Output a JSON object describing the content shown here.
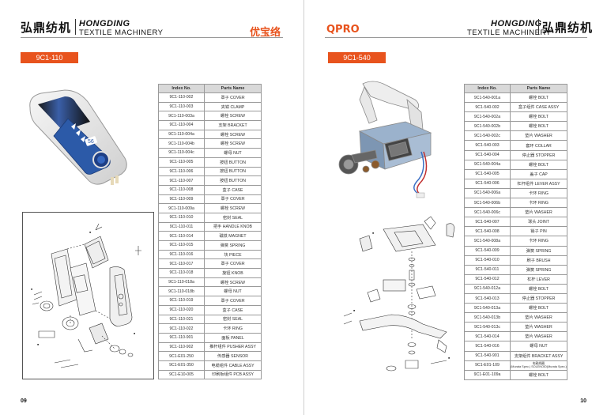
{
  "left_page": {
    "brand_cn": "弘鼎纺机",
    "brand_en_line1": "HONGDING",
    "brand_en_line2": "TEXTILE MACHINERY",
    "series_title": "优宝络",
    "model_tag": "9C1-110",
    "product_display": "56",
    "page_number": "09",
    "table": {
      "headers": [
        "Index No.",
        "Parts Name"
      ],
      "rows": [
        [
          "9C1-110-002",
          "罩子 COVER"
        ],
        [
          "9C1-110-003",
          "夹钳 CLAMP"
        ],
        [
          "9C1-110-003a",
          "螺栓 SCREW"
        ],
        [
          "9C1-110-004",
          "支架 BRACKET"
        ],
        [
          "9C1-110-004a",
          "螺栓 SCREW"
        ],
        [
          "9C1-110-004b",
          "螺栓 SCREW"
        ],
        [
          "9C1-110-004c",
          "螺母 NUT"
        ],
        [
          "9C1-110-005",
          "按钮 BUTTON"
        ],
        [
          "9C1-110-006",
          "按钮 BUTTON"
        ],
        [
          "9C1-110-007",
          "按钮 BUTTON"
        ],
        [
          "9C1-110-008",
          "盒子 CASE"
        ],
        [
          "9C1-110-009",
          "罩子 COVER"
        ],
        [
          "9C1-110-009a",
          "螺栓 SCREW"
        ],
        [
          "9C1-110-010",
          "密封 SEAL"
        ],
        [
          "9C1-110-011",
          "把手 HANDLE KNOB"
        ],
        [
          "9C1-110-014",
          "磁铁 MAGNET"
        ],
        [
          "9C1-110-015",
          "弹簧 SPRING"
        ],
        [
          "9C1-110-016",
          "块 PIECE"
        ],
        [
          "9C1-110-017",
          "罩子 COVER"
        ],
        [
          "9C1-110-018",
          "旋钮 KNOB"
        ],
        [
          "9C1-110-018a",
          "螺栓 SCREW"
        ],
        [
          "9C1-110-018b",
          "螺母 NUT"
        ],
        [
          "9C1-110-019",
          "罩子 COVER"
        ],
        [
          "9C1-110-020",
          "盒子 CASE"
        ],
        [
          "9C1-110-021",
          "密封 SEAL"
        ],
        [
          "9C1-110-022",
          "卡环 RING"
        ],
        [
          "9C1-110-901",
          "面板 PANEL"
        ],
        [
          "9C1-110-902",
          "推杆组件 PUSHER ASSY"
        ],
        [
          "9C1-E01-250",
          "传感器 SENSOR"
        ],
        [
          "9C1-E01-350",
          "电缆组件 CABLE ASSY"
        ],
        [
          "9C1-E10-005",
          "印刷板组件 PCB ASSY"
        ]
      ]
    }
  },
  "right_page": {
    "series_title": "QPRO",
    "brand_en_line1": "HONGDING",
    "brand_en_line2": "TEXTILE MACHINERY",
    "brand_cn": "弘鼎纺机",
    "model_tag": "9C1-540",
    "page_number": "10",
    "table": {
      "headers": [
        "Index No.",
        "Parts Name"
      ],
      "rows": [
        [
          "9C1-540-001a",
          "螺栓 BOLT",
          ""
        ],
        [
          "9C1-540-002",
          "盒子组件 CASE ASSY",
          ""
        ],
        [
          "9C1-540-002a",
          "螺栓 BOLT",
          ""
        ],
        [
          "9C1-540-002b",
          "螺栓 BOLT",
          ""
        ],
        [
          "9C1-540-002c",
          "垫片 WASHER",
          ""
        ],
        [
          "9C1-540-003",
          "套环 COLLAR",
          ""
        ],
        [
          "9C1-540-004",
          "停止器 STOPPER",
          ""
        ],
        [
          "9C1-540-004a",
          "螺栓 BOLT",
          ""
        ],
        [
          "9C1-540-005",
          "盖子 CAP",
          ""
        ],
        [
          "9C1-540-006",
          "杠杆组件 LEVER ASSY",
          ""
        ],
        [
          "9C1-540-006a",
          "卡环 RING",
          ""
        ],
        [
          "9C1-540-006b",
          "卡环 RING",
          ""
        ],
        [
          "9C1-540-006c",
          "垫片 WASHER",
          ""
        ],
        [
          "9C1-540-007",
          "球头 JOINT",
          ""
        ],
        [
          "9C1-540-008",
          "销子 PIN",
          ""
        ],
        [
          "9C1-540-008a",
          "卡环 RING",
          ""
        ],
        [
          "9C1-540-009",
          "弹簧 SPRING",
          ""
        ],
        [
          "9C1-540-010",
          "刷子 BRUSH",
          ""
        ],
        [
          "9C1-540-011",
          "弹簧 SPRING",
          ""
        ],
        [
          "9C1-540-012",
          "杠杆 LEVER",
          ""
        ],
        [
          "9C1-540-012a",
          "螺栓 BOLT",
          ""
        ],
        [
          "9C1-540-013",
          "停止器 STOPPER",
          ""
        ],
        [
          "9C1-540-013a",
          "螺栓 BOLT",
          ""
        ],
        [
          "9C1-540-013b",
          "垫片 WASHER",
          ""
        ],
        [
          "9C1-540-013c",
          "垫片 WASHER",
          ""
        ],
        [
          "9C1-540-014",
          "垫片 WASHER",
          ""
        ],
        [
          "9C1-540-016",
          "螺母 NUT",
          ""
        ],
        [
          "9C1-540-901",
          "支架组件 BRACKET ASSY",
          ""
        ],
        [
          "9C1-E01-109",
          "电磁线圈",
          "(Murata Spec.) SOLENOID(Murata Spec.)"
        ],
        [
          "9C1-E01-109a",
          "螺栓 BOLT",
          ""
        ]
      ]
    }
  }
}
